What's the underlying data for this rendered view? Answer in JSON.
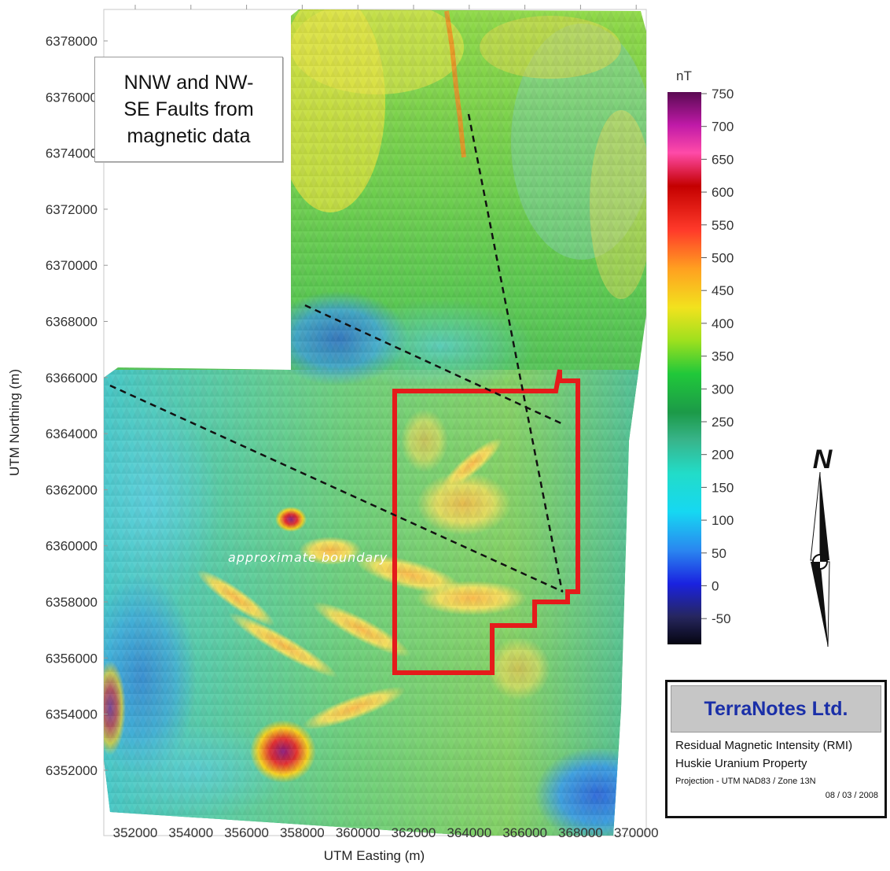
{
  "map": {
    "title_lines": [
      "NNW and NW-",
      "SE Faults from",
      "magnetic data"
    ],
    "x_axis_title": "UTM Easting (m)",
    "y_axis_title": "UTM Northing (m)",
    "x_ticks": [
      "352000",
      "354000",
      "356000",
      "358000",
      "360000",
      "362000",
      "364000",
      "366000",
      "368000",
      "370000"
    ],
    "y_ticks": [
      "6378000",
      "6376000",
      "6374000",
      "6372000",
      "6370000",
      "6368000",
      "6366000",
      "6364000",
      "6362000",
      "6360000",
      "6358000",
      "6356000",
      "6354000",
      "6352000"
    ],
    "annotation": "approximate boundary",
    "property_outline_color": "#e51b1b",
    "fault_line_color": "#111111"
  },
  "colorbar": {
    "unit": "nT",
    "ticks": [
      "750",
      "700",
      "650",
      "600",
      "550",
      "500",
      "450",
      "400",
      "350",
      "300",
      "250",
      "200",
      "150",
      "100",
      "50",
      "0",
      "-50"
    ],
    "colors": [
      "#6a0a5a",
      "#e020c8",
      "#ff5aa8",
      "#c00000",
      "#ff2a2a",
      "#ff9a20",
      "#f4e020",
      "#9ee01e",
      "#22c53a",
      "#1f9a4a",
      "#3fb28a",
      "#26d8c8",
      "#18d8f0",
      "#2a8cf0",
      "#1f2fe0",
      "#2a2a6a",
      "#0a0a1a"
    ]
  },
  "north_arrow": {
    "label": "N"
  },
  "legend": {
    "company": "TerraNotes Ltd.",
    "line1": "Residual Magnetic Intensity (RMI)",
    "line2": "Huskie Uranium Property",
    "line3": "Projection - UTM NAD83 / Zone 13N",
    "date": "08 / 03 / 2008"
  }
}
